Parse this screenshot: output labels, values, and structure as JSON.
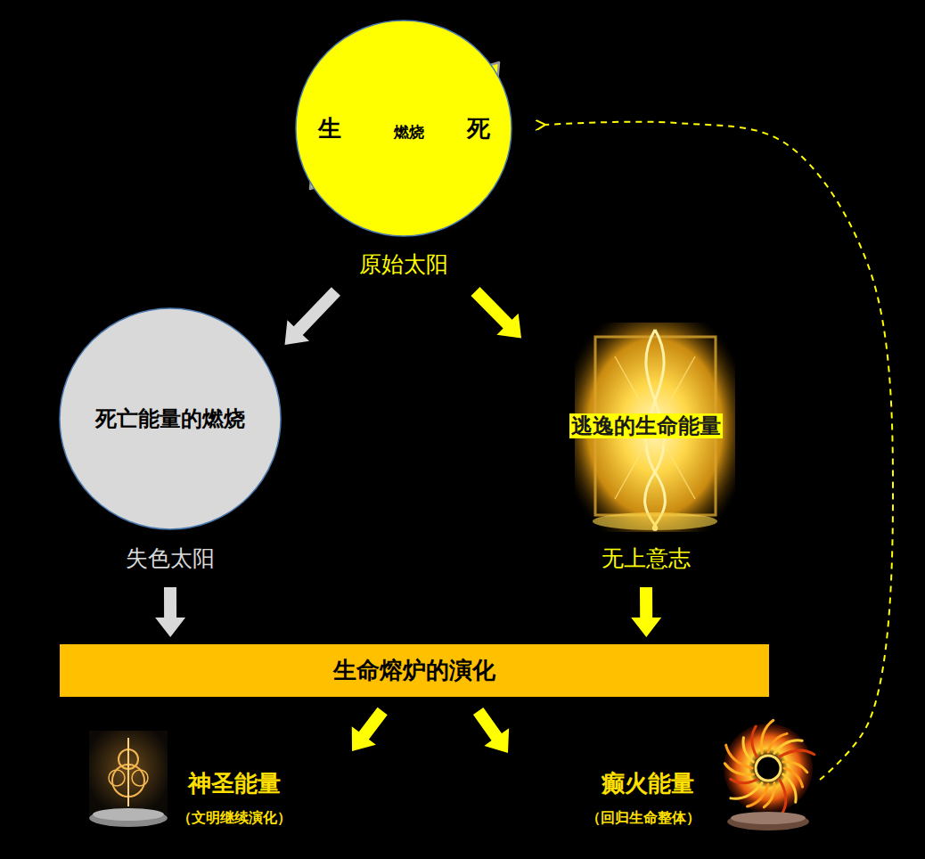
{
  "diagram": {
    "nodes": [
      {
        "text": [
          "生",
          "燃烧",
          "死",
          "原始太阳"
        ]
      },
      {
        "text": [
          "死亡能量的燃烧",
          "失色太阳"
        ]
      },
      {
        "text": [
          "逃逸的生命能量",
          "无上意志"
        ]
      },
      {
        "text": [
          "生命熔炉的演化"
        ]
      },
      {
        "text": [
          "神圣能量",
          "（文明继续演化）"
        ]
      },
      {
        "text": [
          "癫火能量",
          "（回归生命整体）"
        ]
      }
    ],
    "edges": [
      {
        "from": 0,
        "to": 1,
        "arrow": "to"
      },
      {
        "from": 0,
        "to": 2,
        "arrow": "to"
      },
      {
        "from": 1,
        "to": 3,
        "arrow": "to"
      },
      {
        "from": 2,
        "to": 3,
        "arrow": "to"
      },
      {
        "from": 3,
        "to": 4,
        "arrow": "to"
      },
      {
        "from": 3,
        "to": 5,
        "arrow": "to"
      },
      {
        "from": 5,
        "to": 0,
        "arrow": "to"
      }
    ]
  }
}
